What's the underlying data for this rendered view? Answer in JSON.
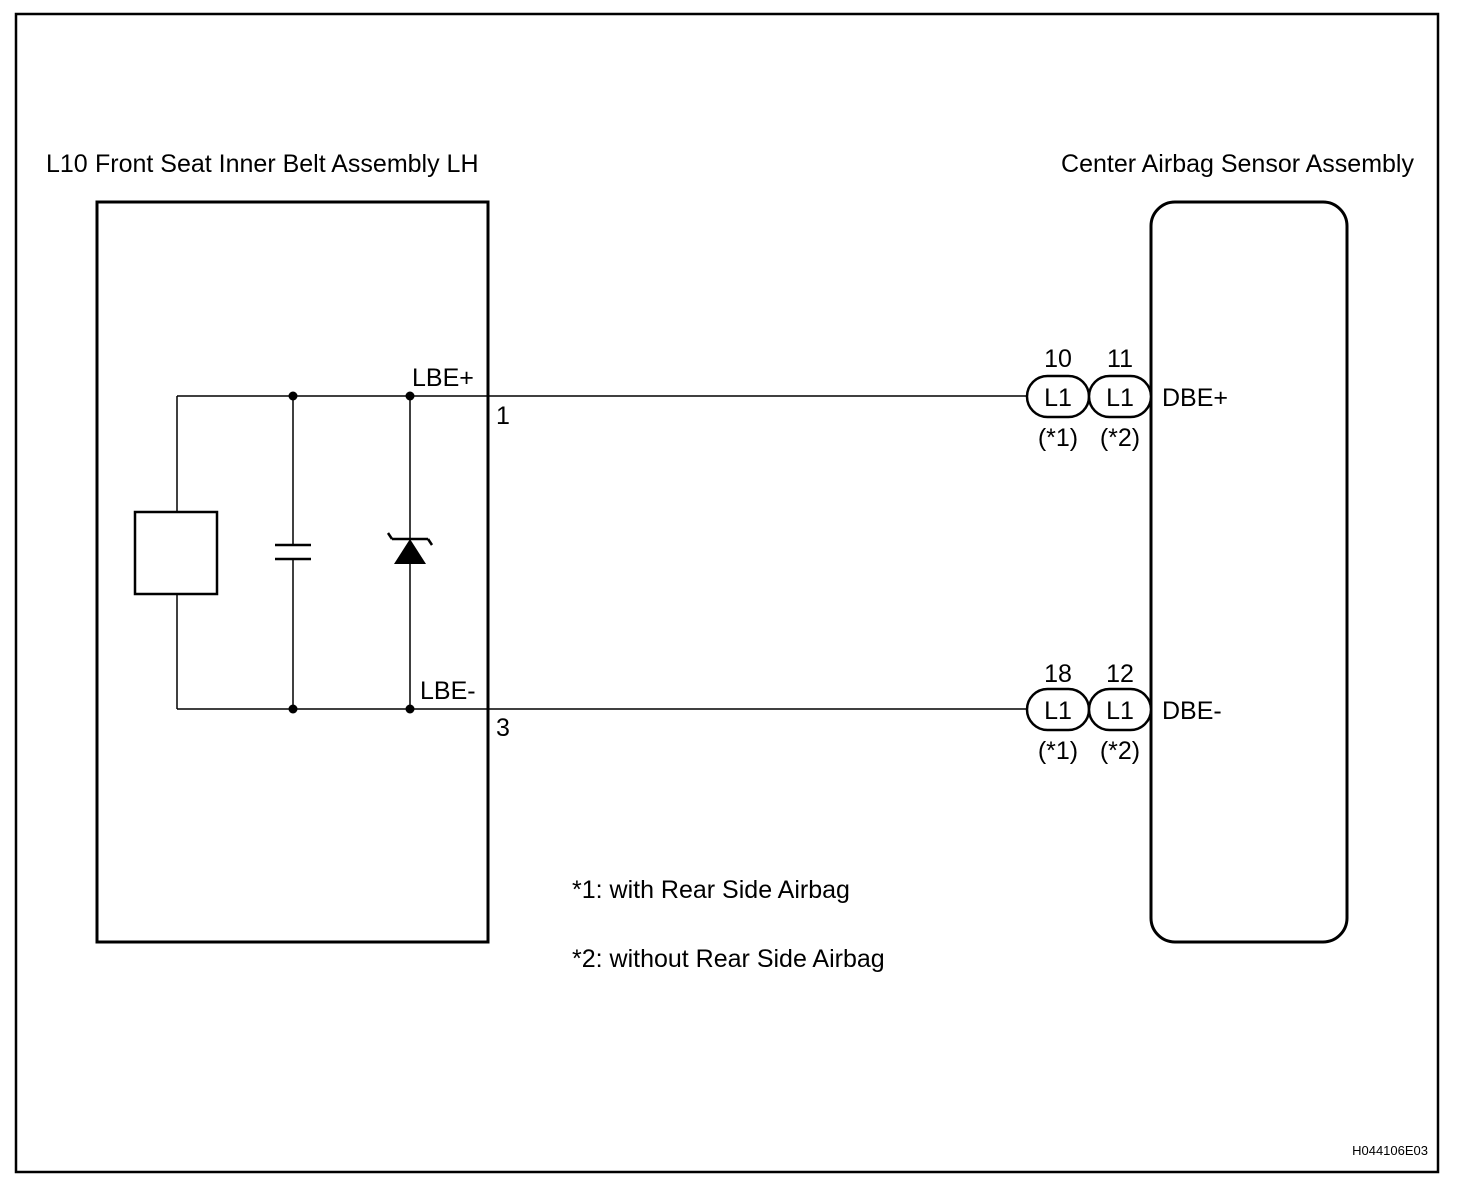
{
  "left_component": {
    "code": "L10",
    "name": "Front Seat Inner Belt Assembly LH",
    "terminals": [
      {
        "name": "LBE+",
        "pin": "1"
      },
      {
        "name": "LBE-",
        "pin": "3"
      }
    ]
  },
  "right_component": {
    "name": "Center Airbag Sensor Assembly",
    "terminals": [
      {
        "name": "DBE+",
        "connectors": [
          {
            "pin": "10",
            "code": "L1",
            "note": "(*1)"
          },
          {
            "pin": "11",
            "code": "L1",
            "note": "(*2)"
          }
        ]
      },
      {
        "name": "DBE-",
        "connectors": [
          {
            "pin": "18",
            "code": "L1",
            "note": "(*1)"
          },
          {
            "pin": "12",
            "code": "L1",
            "note": "(*2)"
          }
        ]
      }
    ]
  },
  "notes": [
    "*1: with Rear Side Airbag",
    "*2: without Rear Side Airbag"
  ],
  "figure_code": "H044106E03"
}
